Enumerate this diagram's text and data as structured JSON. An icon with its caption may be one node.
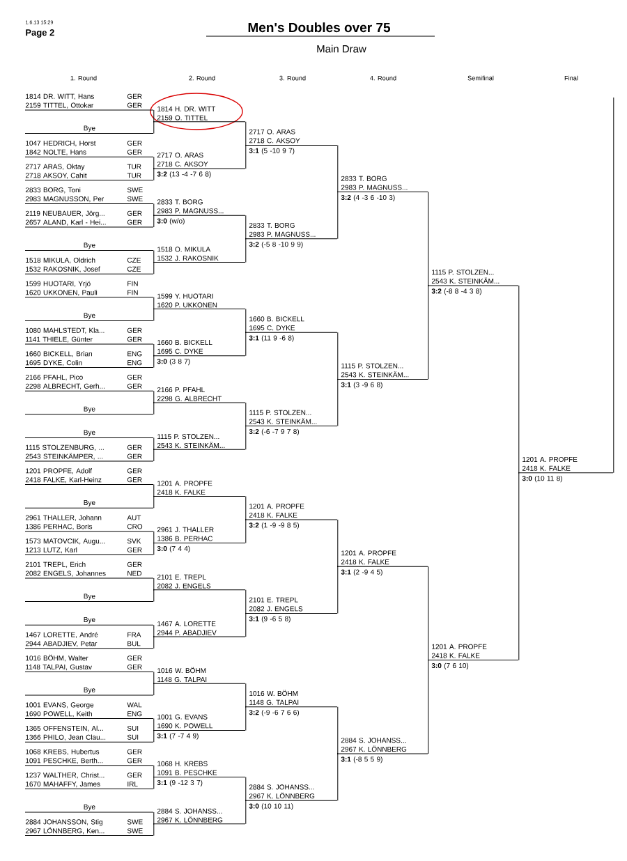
{
  "diagram": {
    "title": "Men's Doubles over 75",
    "nodes": [
      {
        "text": [
          "1814 DR. WITT, Hans",
          "GER",
          "2159 TITTEL, Ottokar",
          "GER"
        ]
      },
      {
        "text": [
          "Bye"
        ]
      },
      {
        "text": [
          "1047 HEDRICH, Horst",
          "GER",
          "1842 NOLTE, Hans",
          "GER"
        ]
      },
      {
        "text": [
          "2717 ARAS, Oktay",
          "TUR",
          "2718 AKSOY, Cahit",
          "TUR"
        ]
      },
      {
        "text": [
          "2833 BORG, Toni",
          "SWE",
          "2983 MAGNUSSON, Per",
          "SWE"
        ]
      },
      {
        "text": [
          "2119 NEUBAUER, Jörg...",
          "GER",
          "2657 ALAND, Karl - Hei...",
          "GER"
        ]
      },
      {
        "text": [
          "Bye"
        ]
      },
      {
        "text": [
          "1518 MIKULA, Oldrich",
          "CZE",
          "1532 RAKOSNIK, Josef",
          "CZE"
        ]
      },
      {
        "text": [
          "1599 HUOTARI, Yrjö",
          "FIN",
          "1620 UKKONEN, Pauli",
          "FIN"
        ]
      },
      {
        "text": [
          "Bye"
        ]
      },
      {
        "text": [
          "1080 MAHLSTEDT, Kla...",
          "GER",
          "1141 THIELE, Günter",
          "GER"
        ]
      },
      {
        "text": [
          "1660 BICKELL, Brian",
          "ENG",
          "1695 DYKE, Colin",
          "ENG"
        ]
      },
      {
        "text": [
          "2166 PFAHL, Pico",
          "GER",
          "2298 ALBRECHT, Gerh...",
          "GER"
        ]
      },
      {
        "text": [
          "Bye"
        ]
      },
      {
        "text": [
          "Bye"
        ]
      },
      {
        "text": [
          "1115 STOLZENBURG, ...",
          "GER",
          "2543 STEINKÄMPER, ...",
          "GER"
        ]
      },
      {
        "text": [
          "1201 PROPFE, Adolf",
          "GER",
          "2418 FALKE, Karl-Heinz",
          "GER"
        ]
      },
      {
        "text": [
          "Bye"
        ]
      },
      {
        "text": [
          "2961 THALLER, Johann",
          "AUT",
          "1386 PERHAC, Boris",
          "CRO"
        ]
      },
      {
        "text": [
          "1573 MATOVCIK, Augu...",
          "SVK",
          "1213 LUTZ, Karl",
          "GER"
        ]
      },
      {
        "text": [
          "2101 TREPL, Erich",
          "GER",
          "2082 ENGELS, Johannes",
          "NED"
        ]
      },
      {
        "text": [
          "Bye"
        ]
      },
      {
        "text": [
          "Bye"
        ]
      },
      {
        "text": [
          "1467 LORETTE, André",
          "FRA",
          "2944 ABADJIEV, Petar",
          "BUL"
        ]
      },
      {
        "text": [
          "1016 BÖHM, Walter",
          "GER",
          "1148 TALPAI, Gustav",
          "GER"
        ]
      },
      {
        "text": [
          "Bye"
        ]
      },
      {
        "text": [
          "1001 EVANS, George",
          "WAL",
          "1690 POWELL, Keith",
          "ENG"
        ]
      },
      {
        "text": [
          "1365 OFFENSTEIN, Al...",
          "SUI",
          "1366 PHILO, Jean Clau...",
          "SUI"
        ]
      },
      {
        "text": [
          "1068 KREBS, Hubertus",
          "GER",
          "1091 PESCHKE, Berth...",
          "GER"
        ]
      },
      {
        "text": [
          "1237 WALTHER, Christ...",
          "GER",
          "1670 MAHAFFY, James",
          "IRL"
        ]
      },
      {
        "text": [
          "Bye"
        ]
      },
      {
        "text": [
          "2884 JOHANSSON, Stig",
          "SWE",
          "2967 LÖNNBERG, Ken...",
          "SWE"
        ]
      },
      {
        "text": [
          "1814 H. DR. WITT",
          "2159 O. TITTEL"
        ]
      },
      {
        "text": [
          "2717 O. ARAS",
          "2718 C. AKSOY",
          "**3:2** (13 -4 -7 6 8)"
        ]
      },
      {
        "text": [
          "2833 T. BORG",
          "2983 P. MAGNUSS...",
          "**3:0** (w/o)"
        ]
      },
      {
        "text": [
          "1518 O. MIKULA",
          "1532 J. RAKOSNIK"
        ]
      },
      {
        "text": [
          "1599 Y. HUOTARI",
          "1620 P. UKKONEN"
        ]
      },
      {
        "text": [
          "1660 B. BICKELL",
          "1695 C. DYKE",
          "**3:0** (3 8 7)"
        ]
      },
      {
        "text": [
          "2166 P. PFAHL",
          "2298 G. ALBRECHT"
        ]
      },
      {
        "text": [
          "1115 P. STOLZEN...",
          "2543 K. STEINKÄM..."
        ]
      },
      {
        "text": [
          "1201 A. PROPFE",
          "2418 K. FALKE"
        ]
      },
      {
        "text": [
          "2961 J. THALLER",
          "1386 B. PERHAC",
          "**3:0** (7 4 4)"
        ]
      },
      {
        "text": [
          "2101 E. TREPL",
          "2082 J. ENGELS"
        ]
      },
      {
        "text": [
          "1467 A. LORETTE",
          "2944 P. ABADJIEV"
        ]
      },
      {
        "text": [
          "1016 W. BÖHM",
          "1148 G. TALPAI"
        ]
      },
      {
        "text": [
          "1001 G. EVANS",
          "1690 K. POWELL",
          "**3:1** (7 -7 4 9)"
        ]
      },
      {
        "text": [
          "1068 H. KREBS",
          "1091 B. PESCHKE",
          "**3:1** (9 -12 3 7)"
        ]
      },
      {
        "text": [
          "2884 S. JOHANSS...",
          "2967 K. LÖNNBERG"
        ]
      },
      {
        "text": [
          "2717 O. ARAS",
          "2718 C. AKSOY",
          "**3:1** (5 -10 9 7)"
        ]
      },
      {
        "text": [
          "2833 T. BORG",
          "2983 P. MAGNUSS...",
          "**3:2** (-5 8 -10 9 9)"
        ]
      },
      {
        "text": [
          "1660 B. BICKELL",
          "1695 C. DYKE",
          "**3:1** (11 9 -6 8)"
        ]
      },
      {
        "text": [
          "1115 P. STOLZEN...",
          "2543 K. STEINKÄM...",
          "**3:2** (-6 -7 9 7 8)"
        ]
      },
      {
        "text": [
          "1201 A. PROPFE",
          "2418 K. FALKE",
          "**3:2** (1 -9 -9 8 5)"
        ]
      },
      {
        "text": [
          "2101 E. TREPL",
          "2082 J. ENGELS",
          "**3:1** (9 -6 5 8)"
        ]
      },
      {
        "text": [
          "1016 W. BÖHM",
          "1148 G. TALPAI",
          "**3:2** (-9 -6 7 6 6)"
        ]
      },
      {
        "text": [
          "2884 S. JOHANSS...",
          "2967 K. LÖNNBERG",
          "**3:0** (10 10 11)"
        ]
      },
      {
        "text": [
          "2833 T. BORG",
          "2983 P. MAGNUSS...",
          "**3:2** (4 -3 6 -10 3)"
        ]
      },
      {
        "text": [
          "1115 P. STOLZEN...",
          "2543 K. STEINKÄM...",
          "**3:1** (3 -9 6 8)"
        ]
      },
      {
        "text": [
          "1201 A. PROPFE",
          "2418 K. FALKE",
          "**3:1** (2 -9 4 5)"
        ]
      },
      {
        "text": [
          "2884 S. JOHANSS...",
          "2967 K. LÖNNBERG",
          "**3:1** (-8 5 5 9)"
        ]
      },
      {
        "text": [
          "1115 P. STOLZEN...",
          "2543 K. STEINKÄM...",
          "**3:2** (-8 8 -4 3 8)"
        ]
      },
      {
        "text": [
          "1201 A. PROPFE",
          "2418 K. FALKE",
          "**3:0** (7 6 10)"
        ]
      },
      {
        "text": [
          "1201 A. PROPFE",
          "2418 K. FALKE",
          "**3:0** (10 11 8)"
        ]
      }
    ],
    "edges": [
      {
        "from": 0,
        "to": 32,
        "arrow": "none"
      },
      {
        "from": 1,
        "to": 32,
        "arrow": "none"
      },
      {
        "from": 2,
        "to": 33,
        "arrow": "none"
      },
      {
        "from": 3,
        "to": 33,
        "arrow": "none"
      },
      {
        "from": 4,
        "to": 34,
        "arrow": "none"
      },
      {
        "from": 5,
        "to": 34,
        "arrow": "none"
      },
      {
        "from": 6,
        "to": 35,
        "arrow": "none"
      },
      {
        "from": 7,
        "to": 35,
        "arrow": "none"
      },
      {
        "from": 8,
        "to": 36,
        "arrow": "none"
      },
      {
        "from": 9,
        "to": 36,
        "arrow": "none"
      },
      {
        "from": 10,
        "to": 37,
        "arrow": "none"
      },
      {
        "from": 11,
        "to": 37,
        "arrow": "none"
      },
      {
        "from": 12,
        "to": 38,
        "arrow": "none"
      },
      {
        "from": 13,
        "to": 38,
        "arrow": "none"
      },
      {
        "from": 14,
        "to": 39,
        "arrow": "none"
      },
      {
        "from": 15,
        "to": 39,
        "arrow": "none"
      },
      {
        "from": 16,
        "to": 40,
        "arrow": "none"
      },
      {
        "from": 17,
        "to": 40,
        "arrow": "none"
      },
      {
        "from": 18,
        "to": 41,
        "arrow": "none"
      },
      {
        "from": 19,
        "to": 41,
        "arrow": "none"
      },
      {
        "from": 20,
        "to": 42,
        "arrow": "none"
      },
      {
        "from": 21,
        "to": 42,
        "arrow": "none"
      },
      {
        "from": 22,
        "to": 43,
        "arrow": "none"
      },
      {
        "from": 23,
        "to": 43,
        "arrow": "none"
      },
      {
        "from": 24,
        "to": 44,
        "arrow": "none"
      },
      {
        "from": 25,
        "to": 44,
        "arrow": "none"
      },
      {
        "from": 26,
        "to": 45,
        "arrow": "none"
      },
      {
        "from": 27,
        "to": 45,
        "arrow": "none"
      },
      {
        "from": 28,
        "to": 46,
        "arrow": "none"
      },
      {
        "from": 29,
        "to": 46,
        "arrow": "none"
      },
      {
        "from": 30,
        "to": 47,
        "arrow": "none"
      },
      {
        "from": 31,
        "to": 47,
        "arrow": "none"
      },
      {
        "from": 32,
        "to": 48,
        "arrow": "none"
      },
      {
        "from": 33,
        "to": 48,
        "arrow": "none"
      },
      {
        "from": 34,
        "to": 49,
        "arrow": "none"
      },
      {
        "from": 35,
        "to": 49,
        "arrow": "none"
      },
      {
        "from": 36,
        "to": 50,
        "arrow": "none"
      },
      {
        "from": 37,
        "to": 50,
        "arrow": "none"
      },
      {
        "from": 38,
        "to": 51,
        "arrow": "none"
      },
      {
        "from": 39,
        "to": 51,
        "arrow": "none"
      },
      {
        "from": 40,
        "to": 52,
        "arrow": "none"
      },
      {
        "from": 41,
        "to": 52,
        "arrow": "none"
      },
      {
        "from": 42,
        "to": 53,
        "arrow": "none"
      },
      {
        "from": 43,
        "to": 53,
        "arrow": "none"
      },
      {
        "from": 44,
        "to": 54,
        "arrow": "none"
      },
      {
        "from": 45,
        "to": 54,
        "arrow": "none"
      },
      {
        "from": 46,
        "to": 55,
        "arrow": "none"
      },
      {
        "from": 47,
        "to": 55,
        "arrow": "none"
      },
      {
        "from": 48,
        "to": 56,
        "arrow": "none"
      },
      {
        "from": 49,
        "to": 56,
        "arrow": "none"
      },
      {
        "from": 50,
        "to": 57,
        "arrow": "none"
      },
      {
        "from": 51,
        "to": 57,
        "arrow": "none"
      },
      {
        "from": 52,
        "to": 58,
        "arrow": "none"
      },
      {
        "from": 53,
        "to": 58,
        "arrow": "none"
      },
      {
        "from": 54,
        "to": 59,
        "arrow": "none"
      },
      {
        "from": 55,
        "to": 59,
        "arrow": "none"
      },
      {
        "from": 56,
        "to": 60,
        "arrow": "none"
      },
      {
        "from": 57,
        "to": 60,
        "arrow": "none"
      },
      {
        "from": 58,
        "to": 61,
        "arrow": "none"
      },
      {
        "from": 59,
        "to": 61,
        "arrow": "none"
      },
      {
        "from": 60,
        "to": 62,
        "arrow": "none"
      },
      {
        "from": 61,
        "to": 62,
        "arrow": "none"
      }
    ],
    "labels": [
      "1.6.13 15:29",
      "Page 2",
      "Main Draw",
      "1. Round",
      "2. Round",
      "3. Round",
      "4. Round",
      "Semifinal",
      "Final"
    ]
  }
}
